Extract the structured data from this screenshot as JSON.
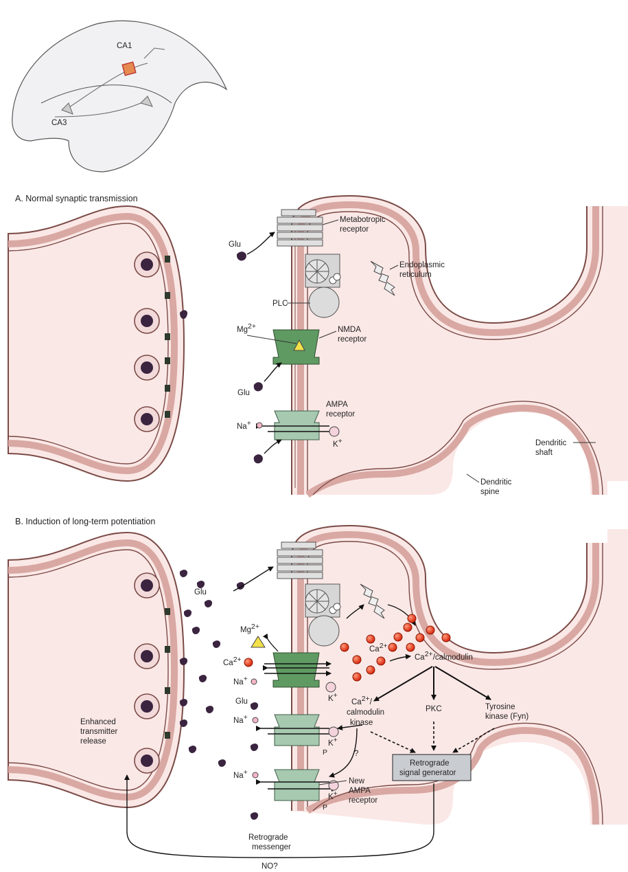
{
  "inset": {
    "ca1": "CA1",
    "ca3": "CA3"
  },
  "panel_a": {
    "title": "A.  Normal synaptic transmission",
    "glu": "Glu",
    "glu2": "Glu",
    "metabotropic_1": "Metabotropic",
    "metabotropic_2": "receptor",
    "er_1": "Endoplasmic",
    "er_2": "reticulum",
    "plc": "PLC",
    "mg": "Mg",
    "mg_sup": "2+",
    "nmda_1": "NMDA",
    "nmda_2": "receptor",
    "ampa_1": "AMPA",
    "ampa_2": "receptor",
    "na": "Na",
    "na_sup": "+",
    "k": "K",
    "k_sup": "+",
    "shaft_1": "Dendritic",
    "shaft_2": "shaft",
    "spine_1": "Dendritic",
    "spine_2": "spine"
  },
  "panel_b": {
    "title": "B.  Induction of long-term potentiation",
    "glu": "Glu",
    "glu2": "Glu",
    "mg": "Mg",
    "mg_sup": "2+",
    "ca": "Ca",
    "ca_sup": "2+",
    "ca_inside": "Ca",
    "ca_inside_sup": "2+",
    "na_1": "Na",
    "na_2": "Na",
    "na_3": "Na",
    "na_sup": "+",
    "k_1": "K",
    "k_2": "K",
    "k_3": "K",
    "k_sup": "+",
    "p": "P",
    "calmodulin_pre": "Ca",
    "calmodulin_sup": "2+",
    "calmodulin_post": "/calmodulin",
    "camk_1": "Ca",
    "camk_1_sup": "2+",
    "camk_1_post": "/",
    "camk_2": "calmodulin",
    "camk_3": "kinase",
    "pkc": "PKC",
    "tyr_1": "Tyrosine",
    "tyr_2": "kinase (Fyn)",
    "question": "?",
    "enhanced_1": "Enhanced",
    "enhanced_2": "transmitter",
    "enhanced_3": "release",
    "retro_gen_1": "Retrograde",
    "retro_gen_2": "signal generator",
    "new_ampa_1": "New",
    "new_ampa_2": "AMPA",
    "new_ampa_3": "receptor",
    "messenger_1": "Retrograde",
    "messenger_2": "messenger",
    "no": "NO?"
  },
  "colors": {
    "membrane": "#d9a8a3",
    "membrane_edge": "#7a4a46",
    "cytoplasm": "#fae8e6",
    "nmda": "#5f9a62",
    "ampa": "#a6c9b0",
    "calcium": "#e8391b",
    "vesicle_core": "#3a2440"
  }
}
